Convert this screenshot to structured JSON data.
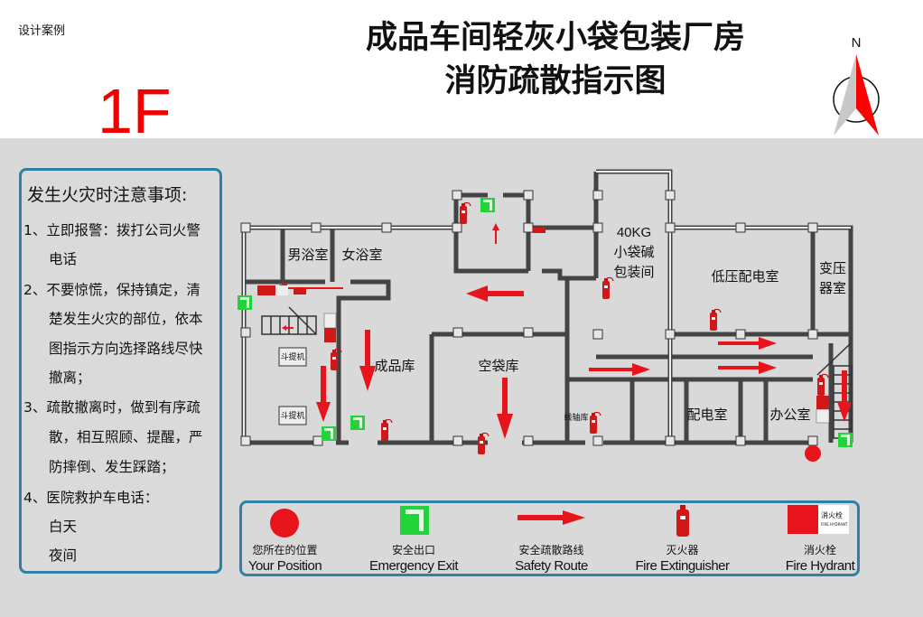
{
  "header": {
    "watermark": "设计案例",
    "floor_label": "1F",
    "title_line1": "成品车间轻灰小袋包装厂房",
    "title_line2": "消防疏散指示图",
    "compass_label": "N",
    "compass_icon": "north-arrow-icon"
  },
  "notes": {
    "heading": "发生火灾时注意事项:",
    "lines": [
      "1、立即报警：拨打公司火警",
      "电话",
      "2、不要惊慌，保持镇定，清",
      "楚发生火灾的部位，依本",
      "图指示方向选择路线尽快",
      "撤离；",
      "3、疏散撤离时，做到有序疏",
      "散，相互照顾、提醒，严",
      "防摔倒、发生踩踏；",
      "4、医院救护车电话：",
      "白天",
      "夜间"
    ]
  },
  "rooms": {
    "mens_bath": "男浴室",
    "womens_bath": "女浴室",
    "finished_storage": "成品库",
    "empty_bag_storage": "空袋库",
    "packing_line1": "40KG",
    "packing_line2": "小袋碱",
    "packing_line3": "包装间",
    "low_voltage": "低压配电室",
    "transformer_line1": "变压",
    "transformer_line2": "器室",
    "distribution": "配电室",
    "office": "办公室",
    "spool_storage": "线轴库",
    "hoist1": "斗提机",
    "hoist2": "斗提机"
  },
  "legend": {
    "items": [
      {
        "icon": "your-position-dot-icon",
        "cn": "您所在的位置",
        "en": "Your Position"
      },
      {
        "icon": "emergency-exit-icon",
        "cn": "安全出口",
        "en": "Emergency Exit"
      },
      {
        "icon": "safety-route-arrow-icon",
        "cn": "安全疏散路线",
        "en": "Safety Route"
      },
      {
        "icon": "fire-extinguisher-icon",
        "cn": "灭火器",
        "en": "Fire Extinguisher"
      },
      {
        "icon": "fire-hydrant-icon",
        "cn": "消火栓",
        "en": "Fire Hydrant"
      }
    ],
    "hydrant_sign_cn": "消火栓",
    "hydrant_sign_en": "FIRE HYDRANT"
  },
  "colors": {
    "route_red": "#e8141c",
    "exit_green": "#22d33a",
    "frame_blue": "#2f7fa8",
    "floor_red": "#f20000"
  }
}
